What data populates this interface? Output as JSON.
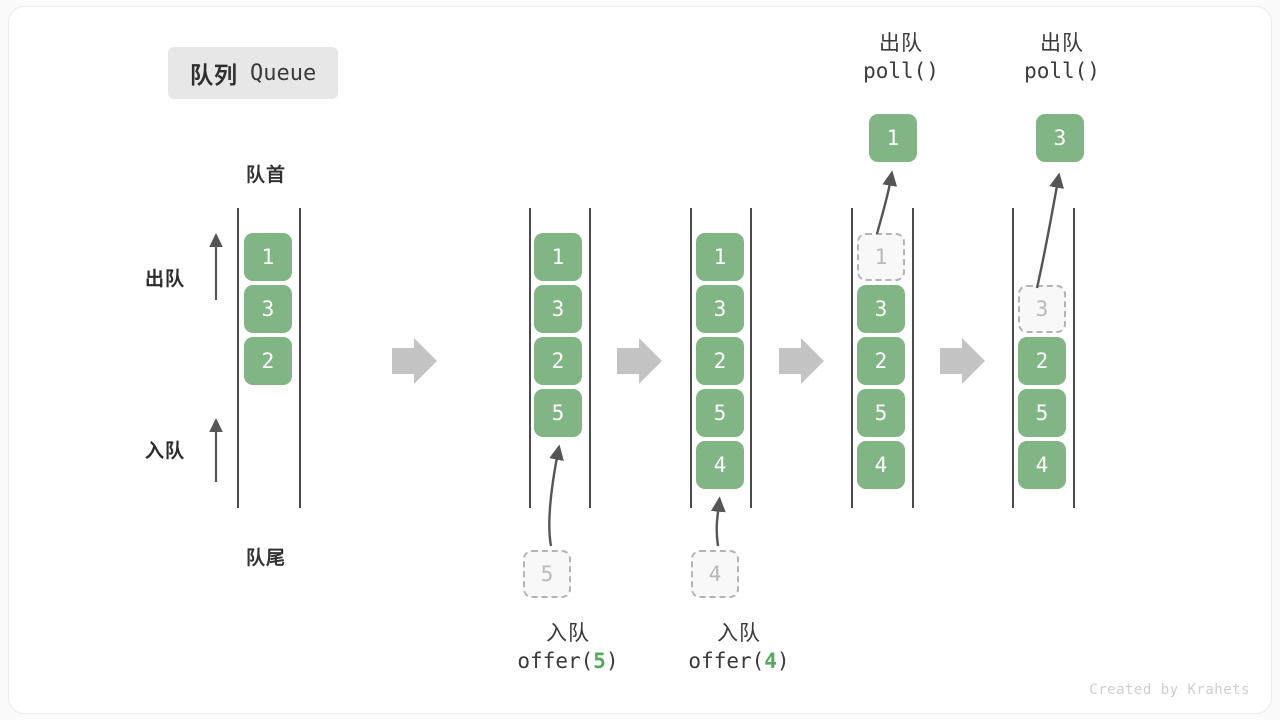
{
  "title": {
    "cn": "队列",
    "en": "Queue"
  },
  "labels": {
    "head": "队首",
    "tail": "队尾",
    "dequeue": "出队",
    "enqueue": "入队"
  },
  "footer": "Created by Krahets",
  "colors": {
    "element": "#82b586",
    "ghost_fill": "#f8f8f8",
    "ghost_border": "#b4b4b4",
    "rail": "#4a4a4a",
    "step_arrow": "#c4c4c4",
    "badge_bg": "#e7e7e7",
    "accent_text": "#54a860"
  },
  "columns": [
    {
      "id": "initial",
      "cells": [
        {
          "value": "1",
          "state": "filled"
        },
        {
          "value": "3",
          "state": "filled"
        },
        {
          "value": "2",
          "state": "filled"
        }
      ],
      "popped": null,
      "incoming": null,
      "caption": null
    },
    {
      "id": "after-offer-5",
      "cells": [
        {
          "value": "1",
          "state": "filled"
        },
        {
          "value": "3",
          "state": "filled"
        },
        {
          "value": "2",
          "state": "filled"
        },
        {
          "value": "5",
          "state": "filled"
        }
      ],
      "popped": null,
      "incoming": {
        "value": "5",
        "state": "ghost"
      },
      "caption": {
        "cn": "入队",
        "fn": "offer(",
        "arg": "5",
        "close": ")"
      }
    },
    {
      "id": "after-offer-4",
      "cells": [
        {
          "value": "1",
          "state": "filled"
        },
        {
          "value": "3",
          "state": "filled"
        },
        {
          "value": "2",
          "state": "filled"
        },
        {
          "value": "5",
          "state": "filled"
        },
        {
          "value": "4",
          "state": "filled"
        }
      ],
      "popped": null,
      "incoming": {
        "value": "4",
        "state": "ghost"
      },
      "caption": {
        "cn": "入队",
        "fn": "offer(",
        "arg": "4",
        "close": ")"
      }
    },
    {
      "id": "after-poll-1",
      "cells": [
        {
          "value": "1",
          "state": "ghost"
        },
        {
          "value": "3",
          "state": "filled"
        },
        {
          "value": "2",
          "state": "filled"
        },
        {
          "value": "5",
          "state": "filled"
        },
        {
          "value": "4",
          "state": "filled"
        }
      ],
      "popped": {
        "value": "1",
        "state": "filled",
        "cn": "出队",
        "fn": "poll()"
      },
      "incoming": null,
      "caption": null
    },
    {
      "id": "after-poll-3",
      "cells": [
        {
          "value": "",
          "state": "empty"
        },
        {
          "value": "3",
          "state": "ghost"
        },
        {
          "value": "2",
          "state": "filled"
        },
        {
          "value": "5",
          "state": "filled"
        },
        {
          "value": "4",
          "state": "filled"
        }
      ],
      "popped": {
        "value": "3",
        "state": "filled",
        "cn": "出队",
        "fn": "poll()"
      },
      "incoming": null,
      "caption": null
    }
  ],
  "step_arrows": 4
}
